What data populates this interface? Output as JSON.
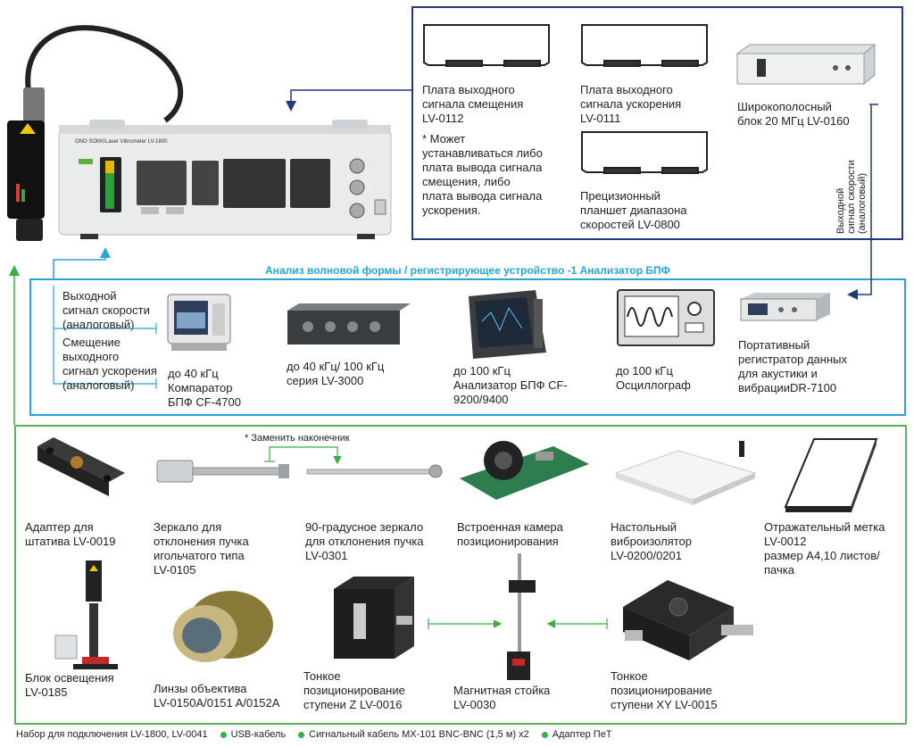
{
  "top_box": {
    "board_displacement": "Плата выходного\nсигнала смещения\nLV-0112",
    "note": "* Может\nустанавливаться либо\nплата вывода сигнала\nсмещения, либо\nплата вывода сигнала\nускорения.",
    "board_acceleration": "Плата выходного\nсигнала ускорения\nLV-0111",
    "precision_tablet": "Прецизионный\nпланшет диапазона\nскоростей LV-0800",
    "broadband_block": "Широкополосный\nблок 20 МГц LV-0160",
    "vertical_label": "Выходной\nсигнал скорости\n(аналоговый)"
  },
  "mid_box": {
    "title": "Анализ волновой формы / регистрирующее устройство -1 Анализатор БПФ",
    "signal_velocity": "Выходной\nсигнал скорости\n(аналоговый)",
    "signal_displacement": "Смещение\nвыходного\nсигнал ускорения\n(аналоговый)",
    "comparator": "до 40 кГц\nКомпаратор\nБПФ CF-4700",
    "lv3000": "до 40 кГц/ 100 кГц\nсерия LV-3000",
    "fft_analyzer": "до 100 кГц\nАнализатор БПФ CF-\n9200/9400",
    "oscilloscope": "до 100 кГц\nОсциллограф",
    "recorder": "Портативный\nрегистратор данных\nдля акустики и\nвибрацииDR-7100"
  },
  "bot_box": {
    "replace_tip": "* Заменить наконечник",
    "tripod_adapter": "Адаптер для\nштатива LV-0019",
    "needle_mirror": "Зеркало для\nотклонения пучка\nигольчатого типа\nLV-0105",
    "mirror_90": "90-градусное зеркало\nдля отклонения пучка\nLV-0301",
    "camera": "Встроенная камера\nпозиционирования",
    "vibro_isolator": "Настольный\nвиброизолятор\nLV-0200/0201",
    "reflective_mark": "Отражательный метка\nLV-0012\nразмер А4,10 листов/\nпачка",
    "light_block": "Блок освещения\nLV-0185",
    "objective": "Линзы объектива\nLV-0150A/0151 A/0152A",
    "z_stage": "Тонкое\nпозиционирование\nступени Z LV-0016",
    "magnetic_stand": "Магнитная стойка\nLV-0030",
    "xy_stage": "Тонкое\nпозиционирование\nступени XY LV-0015"
  },
  "device_panel": {
    "brand": "ONO SOKKI",
    "model": "Laser Vibrometer LV-1800"
  },
  "footer": {
    "kit": "Набор для подключения LV-1800, LV-0041",
    "usb": "USB-кабель",
    "bnc": "Сигнальный кабель MX-101 BNC-BNC (1,5 м) x2",
    "adapter": "Адаптер ПеТ"
  },
  "colors": {
    "top_border": "#233a7a",
    "mid_border": "#2aa4d8",
    "bot_border": "#5bb25a",
    "footer_dot": "#3cae46"
  }
}
